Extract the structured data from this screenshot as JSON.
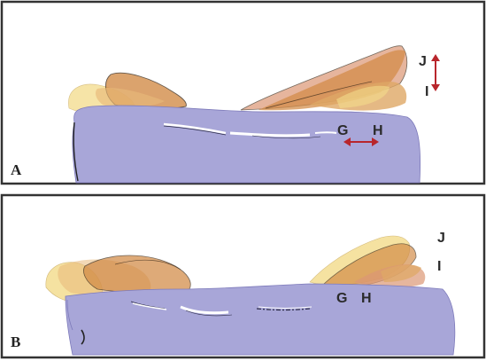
{
  "panels": [
    {
      "id": "A",
      "label": "A",
      "marks": [
        "G",
        "H",
        "I",
        "J"
      ]
    },
    {
      "id": "B",
      "label": "B",
      "marks": [
        "G",
        "H",
        "I",
        "J"
      ]
    }
  ],
  "colors": {
    "body": "#a8a6d8",
    "body_edge": "#7d7aba",
    "shape_orange": "#d28a45",
    "shape_tan": "#dfa865",
    "shape_yellow": "#f3dc8a",
    "shape_salmon": "#dc9775",
    "arrow": "#b8262c",
    "frame": "#333333"
  }
}
